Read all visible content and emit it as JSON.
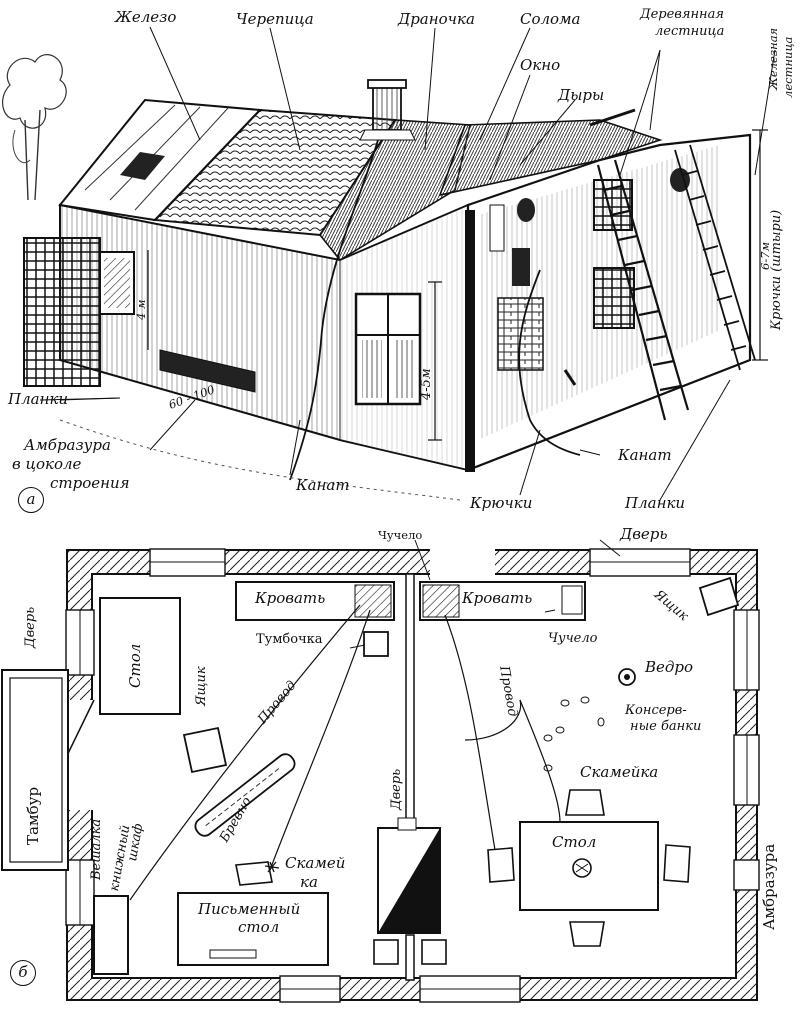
{
  "house": {
    "panel_label": "а",
    "labels": {
      "iron": "Железо",
      "tile": "Черепица",
      "shingle": "Драночка",
      "straw": "Солома",
      "window": "Окно",
      "hole": "Дыры",
      "wood_ladder_1": "Деревянная",
      "wood_ladder_2": "лестница",
      "iron_ladder_1": "Железная",
      "iron_ladder_2": "лестница",
      "hooks_pins": "Крючки (штыри)",
      "height_67": "6-7м",
      "height_4m": "4 м",
      "height_45": "4-5м",
      "planks_left": "Планки",
      "planks_right": "Планки",
      "embrasure_size": "60 - 100",
      "embrasure_1": "Амбразура",
      "embrasure_2": "в цоколе",
      "embrasure_3": "строения",
      "rope_center": "Канат",
      "rope_right": "Канат",
      "hooks": "Крючки"
    }
  },
  "plan": {
    "panel_label": "б",
    "labels": {
      "dummy_top": "Чучело",
      "door_top": "Дверь",
      "door_left": "Дверь",
      "door_middle": "Дверь",
      "vestibule": "Тамбур",
      "bed_left": "Кровать",
      "bed_right": "Кровать",
      "nightstand": "Тумбочка",
      "dummy_right": "Чучело",
      "table_left": "Стол",
      "box_left": "Ящик",
      "box_right": "Ящик",
      "wire_left": "Провод",
      "wire_right": "Провод",
      "bucket": "Ведро",
      "cans_1": "Консерв-",
      "cans_2": "ные банки",
      "bench_right": "Скамейка",
      "table_right": "Стол",
      "log": "Бревно",
      "hanger": "Вешалка",
      "bookcase_1": "книжный",
      "bookcase_2": "шкаф",
      "bench_left_1": "Скамей",
      "bench_left_2": "ка",
      "desk_1": "Письменный",
      "desk_2": "стол",
      "embrasure": "Амбразура"
    }
  }
}
